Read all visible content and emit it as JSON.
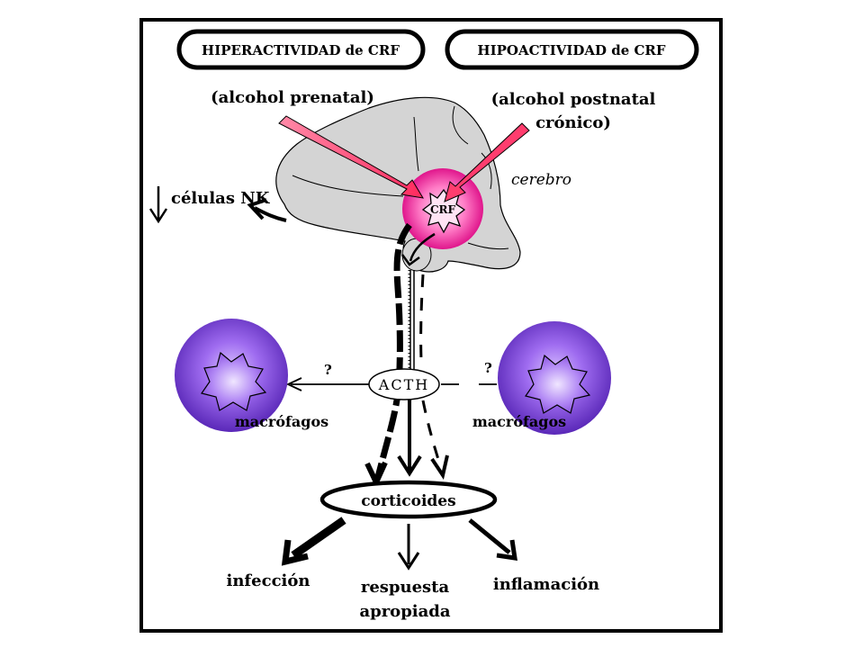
{
  "header": {
    "hyper_label": "HIPERACTIVIDAD de CRF",
    "hypo_label": "HIPOACTIVIDAD de CRF"
  },
  "causes": {
    "prenatal": "(alcohol prenatal)",
    "postnatal_line1": "(alcohol postnatal",
    "postnatal_line2": "crónico)"
  },
  "brain": {
    "label": "cerebro",
    "crf_label": "CRF"
  },
  "nk": {
    "label": "células NK"
  },
  "acth": {
    "label": "ACTH",
    "left_question": "?",
    "right_question": "?"
  },
  "macrophages": {
    "left_label": "macrófagos",
    "right_label": "macrófagos"
  },
  "corticoids": {
    "label": "corticoides"
  },
  "outcomes": {
    "infection": "infección",
    "response_line1": "respuesta",
    "response_line2": "apropiada",
    "inflammation": "inflamación"
  },
  "colors": {
    "brain_fill": "#d4d4d4",
    "crf_gradient_center": "#ffd6f0",
    "crf_gradient_edge": "#e6178f",
    "pink_arrow": "#ff3d6e",
    "macrophage_center": "#c9a8ff",
    "macrophage_edge": "#6a34c8"
  }
}
